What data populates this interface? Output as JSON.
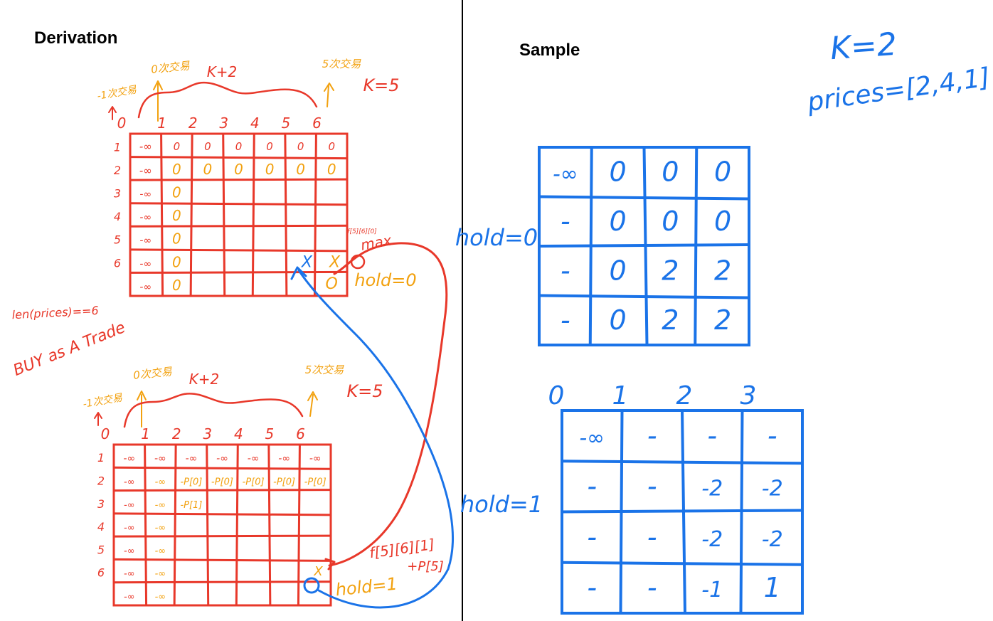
{
  "left_panel": {
    "title": "Derivation",
    "top_diagram": {
      "label_neg1": "-1次交易",
      "label_0": "0次交易",
      "label_k2": "K+2",
      "label_5": "5次交易",
      "k_label": "K=5",
      "col_headers": [
        "0",
        "1",
        "2",
        "3",
        "4",
        "5",
        "6"
      ],
      "row_headers": [
        "1",
        "2",
        "3",
        "4",
        "5",
        "6"
      ],
      "row1": [
        "-∞",
        "0",
        "0",
        "0",
        "0",
        "0",
        "0"
      ],
      "row2": [
        "-∞",
        "0",
        "0",
        "0",
        "0",
        "0",
        "0"
      ],
      "col1_rest": [
        "0",
        "0",
        "0",
        "0"
      ],
      "col0_rest": [
        "-∞",
        "-∞",
        "-∞",
        "-∞",
        "-∞"
      ],
      "mark_x": "X",
      "mark_o": "O",
      "small_ref": "f[5][6][0]",
      "max_label": "max",
      "hold_label": "hold=0"
    },
    "len_note": "len(prices)==6",
    "buy_note": "BUY as A Trade",
    "bottom_diagram": {
      "label_neg1": "-1次交易",
      "label_0": "0次交易",
      "label_k2": "K+2",
      "label_5": "5次交易",
      "k_label": "K=5",
      "col_headers": [
        "0",
        "1",
        "2",
        "3",
        "4",
        "5",
        "6"
      ],
      "row_headers": [
        "1",
        "2",
        "3",
        "4",
        "5",
        "6"
      ],
      "row1": [
        "-∞",
        "-∞",
        "-∞",
        "-∞",
        "-∞",
        "-∞",
        "-∞"
      ],
      "row2": [
        "-∞",
        "-∞",
        "-P[0]",
        "-P[0]",
        "-P[0]",
        "-P[0]",
        "-P[0]"
      ],
      "row3": [
        "-∞",
        "-∞",
        "-P[1]"
      ],
      "col0_rest": [
        "-∞",
        "-∞",
        "-∞",
        "-∞"
      ],
      "col1_rest": [
        "-∞",
        "-∞",
        "-∞",
        "-∞"
      ],
      "mark_x": "X",
      "formula_1": "f[5][6][1]",
      "formula_2": "+P[5]",
      "hold_label": "hold=1"
    }
  },
  "right_panel": {
    "title": "Sample",
    "k_line": "K=2",
    "prices_line": "prices=[2,4,1]",
    "hold0_label": "hold=0",
    "hold0_rows": [
      [
        "-∞",
        "0",
        "0",
        "0"
      ],
      [
        "-",
        "0",
        "0",
        "0"
      ],
      [
        "-",
        "0",
        "2",
        "2"
      ],
      [
        "-",
        "0",
        "2",
        "2"
      ]
    ],
    "col_headers": [
      "0",
      "1",
      "2",
      "3"
    ],
    "hold1_label": "hold=1",
    "hold1_rows": [
      [
        "-∞",
        "-",
        "-",
        "-"
      ],
      [
        "-",
        "-",
        "-2",
        "-2"
      ],
      [
        "-",
        "-",
        "-2",
        "-2"
      ],
      [
        "-",
        "-",
        "-1",
        "1"
      ]
    ]
  },
  "colors": {
    "red": "#e8382a",
    "orange": "#f2a10f",
    "blue": "#1a73e8",
    "divider": "#000000"
  }
}
